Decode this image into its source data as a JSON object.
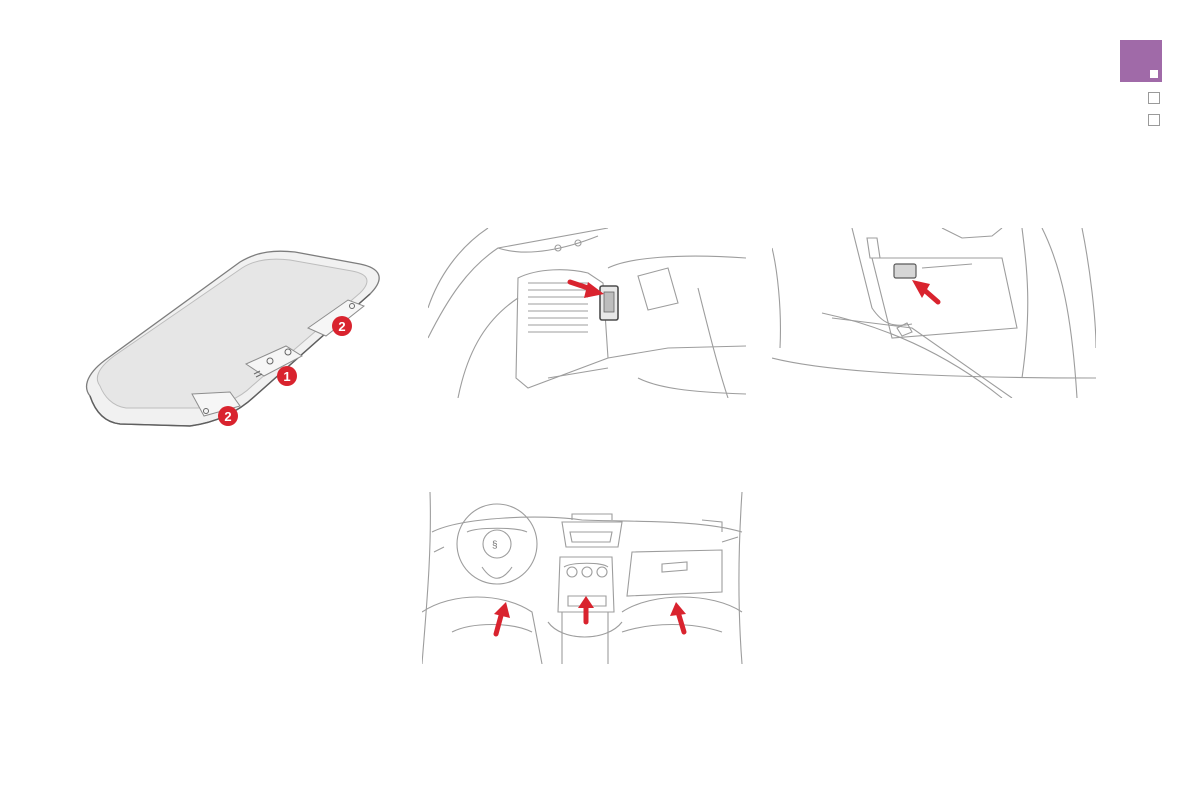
{
  "page_tab": {
    "accent_color": "#a06aa8",
    "indicators": [
      "filled",
      "empty",
      "empty"
    ]
  },
  "illustrations": {
    "ceiling_unit": {
      "icon": "ceiling-module-illustration",
      "callouts": [
        "1",
        "2",
        "2"
      ],
      "callout_color": "#d9232e"
    },
    "trunk": {
      "icon": "trunk-socket-illustration",
      "arrow_color": "#d9232e"
    },
    "glovebox": {
      "icon": "glovebox-socket-illustration",
      "arrow_color": "#d9232e"
    },
    "dashboard": {
      "icon": "dashboard-footwell-illustration",
      "arrow_color": "#d9232e"
    }
  }
}
